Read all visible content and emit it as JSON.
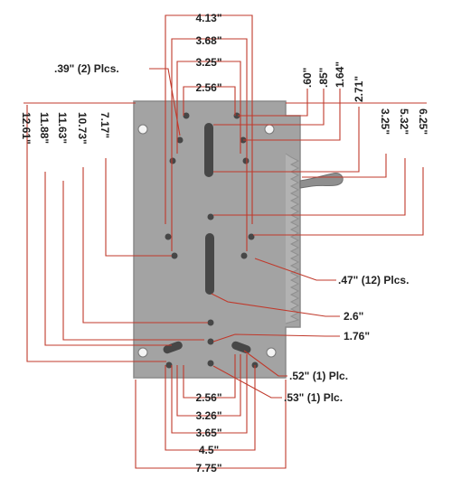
{
  "colors": {
    "plate": "#a3a3a3",
    "plate_edge": "#8a8a8a",
    "hole": "#474747",
    "dimension_line": "#c0392b",
    "label": "#222222"
  },
  "labels": {
    "top": [
      "4.13\"",
      "3.68\"",
      "3.25\"",
      "2.56\""
    ],
    "top_note": ".39\" (2) Plcs.",
    "top_right": [
      ".60\"",
      ".85\"",
      "1.64\"",
      "2.71\""
    ],
    "left": [
      "12.61\"",
      "11.88\"",
      "11.63\"",
      "10.73\"",
      "7.17\""
    ],
    "right": [
      "3.25\"",
      "5.32\"",
      "6.25\""
    ],
    "right_notes": [
      ".47\" (12) Plcs.",
      "2.6\"",
      "1.76\"",
      ".52\" (1) Plc.",
      ".53\" (1) Plc."
    ],
    "bottom": [
      "2.56\"",
      "3.26\"",
      "3.65\"",
      "4.5\"",
      "7.75\""
    ]
  }
}
